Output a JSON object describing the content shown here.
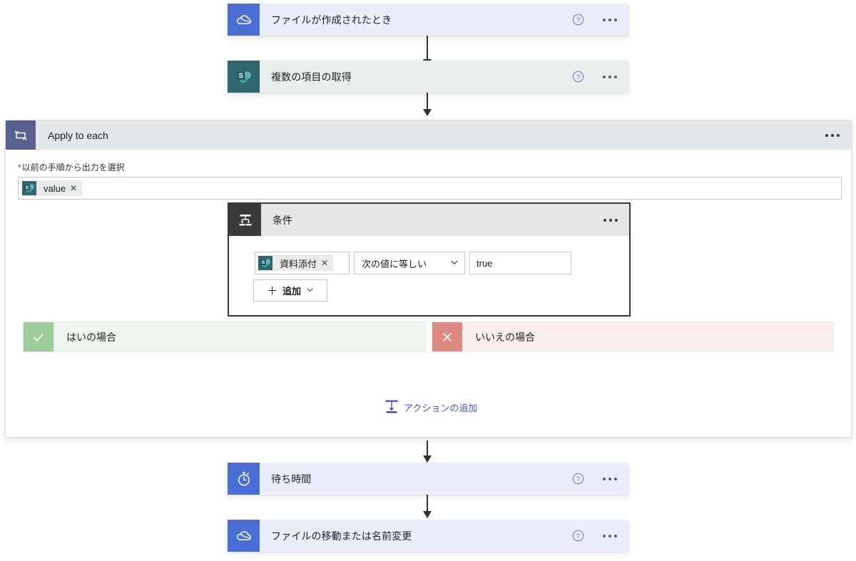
{
  "flow": {
    "trigger": {
      "title": "ファイルが作成されたとき",
      "icon": "onedrive-cloud-icon",
      "help_icon": "help-circle-icon",
      "menu_icon": "more-options-icon"
    },
    "get_items": {
      "title": "複数の項目の取得",
      "icon": "sharepoint-icon",
      "help_icon": "help-circle-icon",
      "menu_icon": "more-options-icon"
    },
    "apply_to_each": {
      "title": "Apply to each",
      "icon": "loop-repeat-icon",
      "menu_icon": "more-options-icon",
      "field_label": "以前の手順から出力を選択",
      "required_marker": "*",
      "token": {
        "label": "value",
        "icon": "sharepoint-icon",
        "remove": "✕"
      }
    },
    "condition": {
      "title": "条件",
      "icon": "condition-branch-icon",
      "menu_icon": "more-options-icon",
      "operand": {
        "label": "資料添付",
        "icon": "sharepoint-icon",
        "remove": "✕"
      },
      "operator": {
        "selected": "次の値に等しい",
        "chevron": "chevron-down-icon"
      },
      "value": "true",
      "add_button": {
        "label": "追加",
        "plus": "＋",
        "chevron": "chevron-down-icon"
      }
    },
    "branch_yes": {
      "label": "はいの場合",
      "icon": "check-mark-icon"
    },
    "branch_no": {
      "label": "いいえの場合",
      "icon": "cross-mark-icon"
    },
    "add_action": {
      "label": "アクションの追加",
      "icon": "add-action-icon"
    },
    "delay": {
      "title": "待ち時間",
      "icon": "stopwatch-icon",
      "help_icon": "help-circle-icon",
      "menu_icon": "more-options-icon"
    },
    "move_file": {
      "title": "ファイルの移動または名前変更",
      "icon": "onedrive-cloud-icon",
      "help_icon": "help-circle-icon",
      "menu_icon": "more-options-icon"
    }
  },
  "colors": {
    "onedrive_tile": "#4a6ed4",
    "sharepoint_tile": "#31676c",
    "scope_tile": "#56618e",
    "condition_tile": "#3b3a39",
    "yes_tile": "#9bce9b",
    "no_tile": "#de8a82",
    "link": "#4a51c9",
    "required": "#a4262c"
  }
}
